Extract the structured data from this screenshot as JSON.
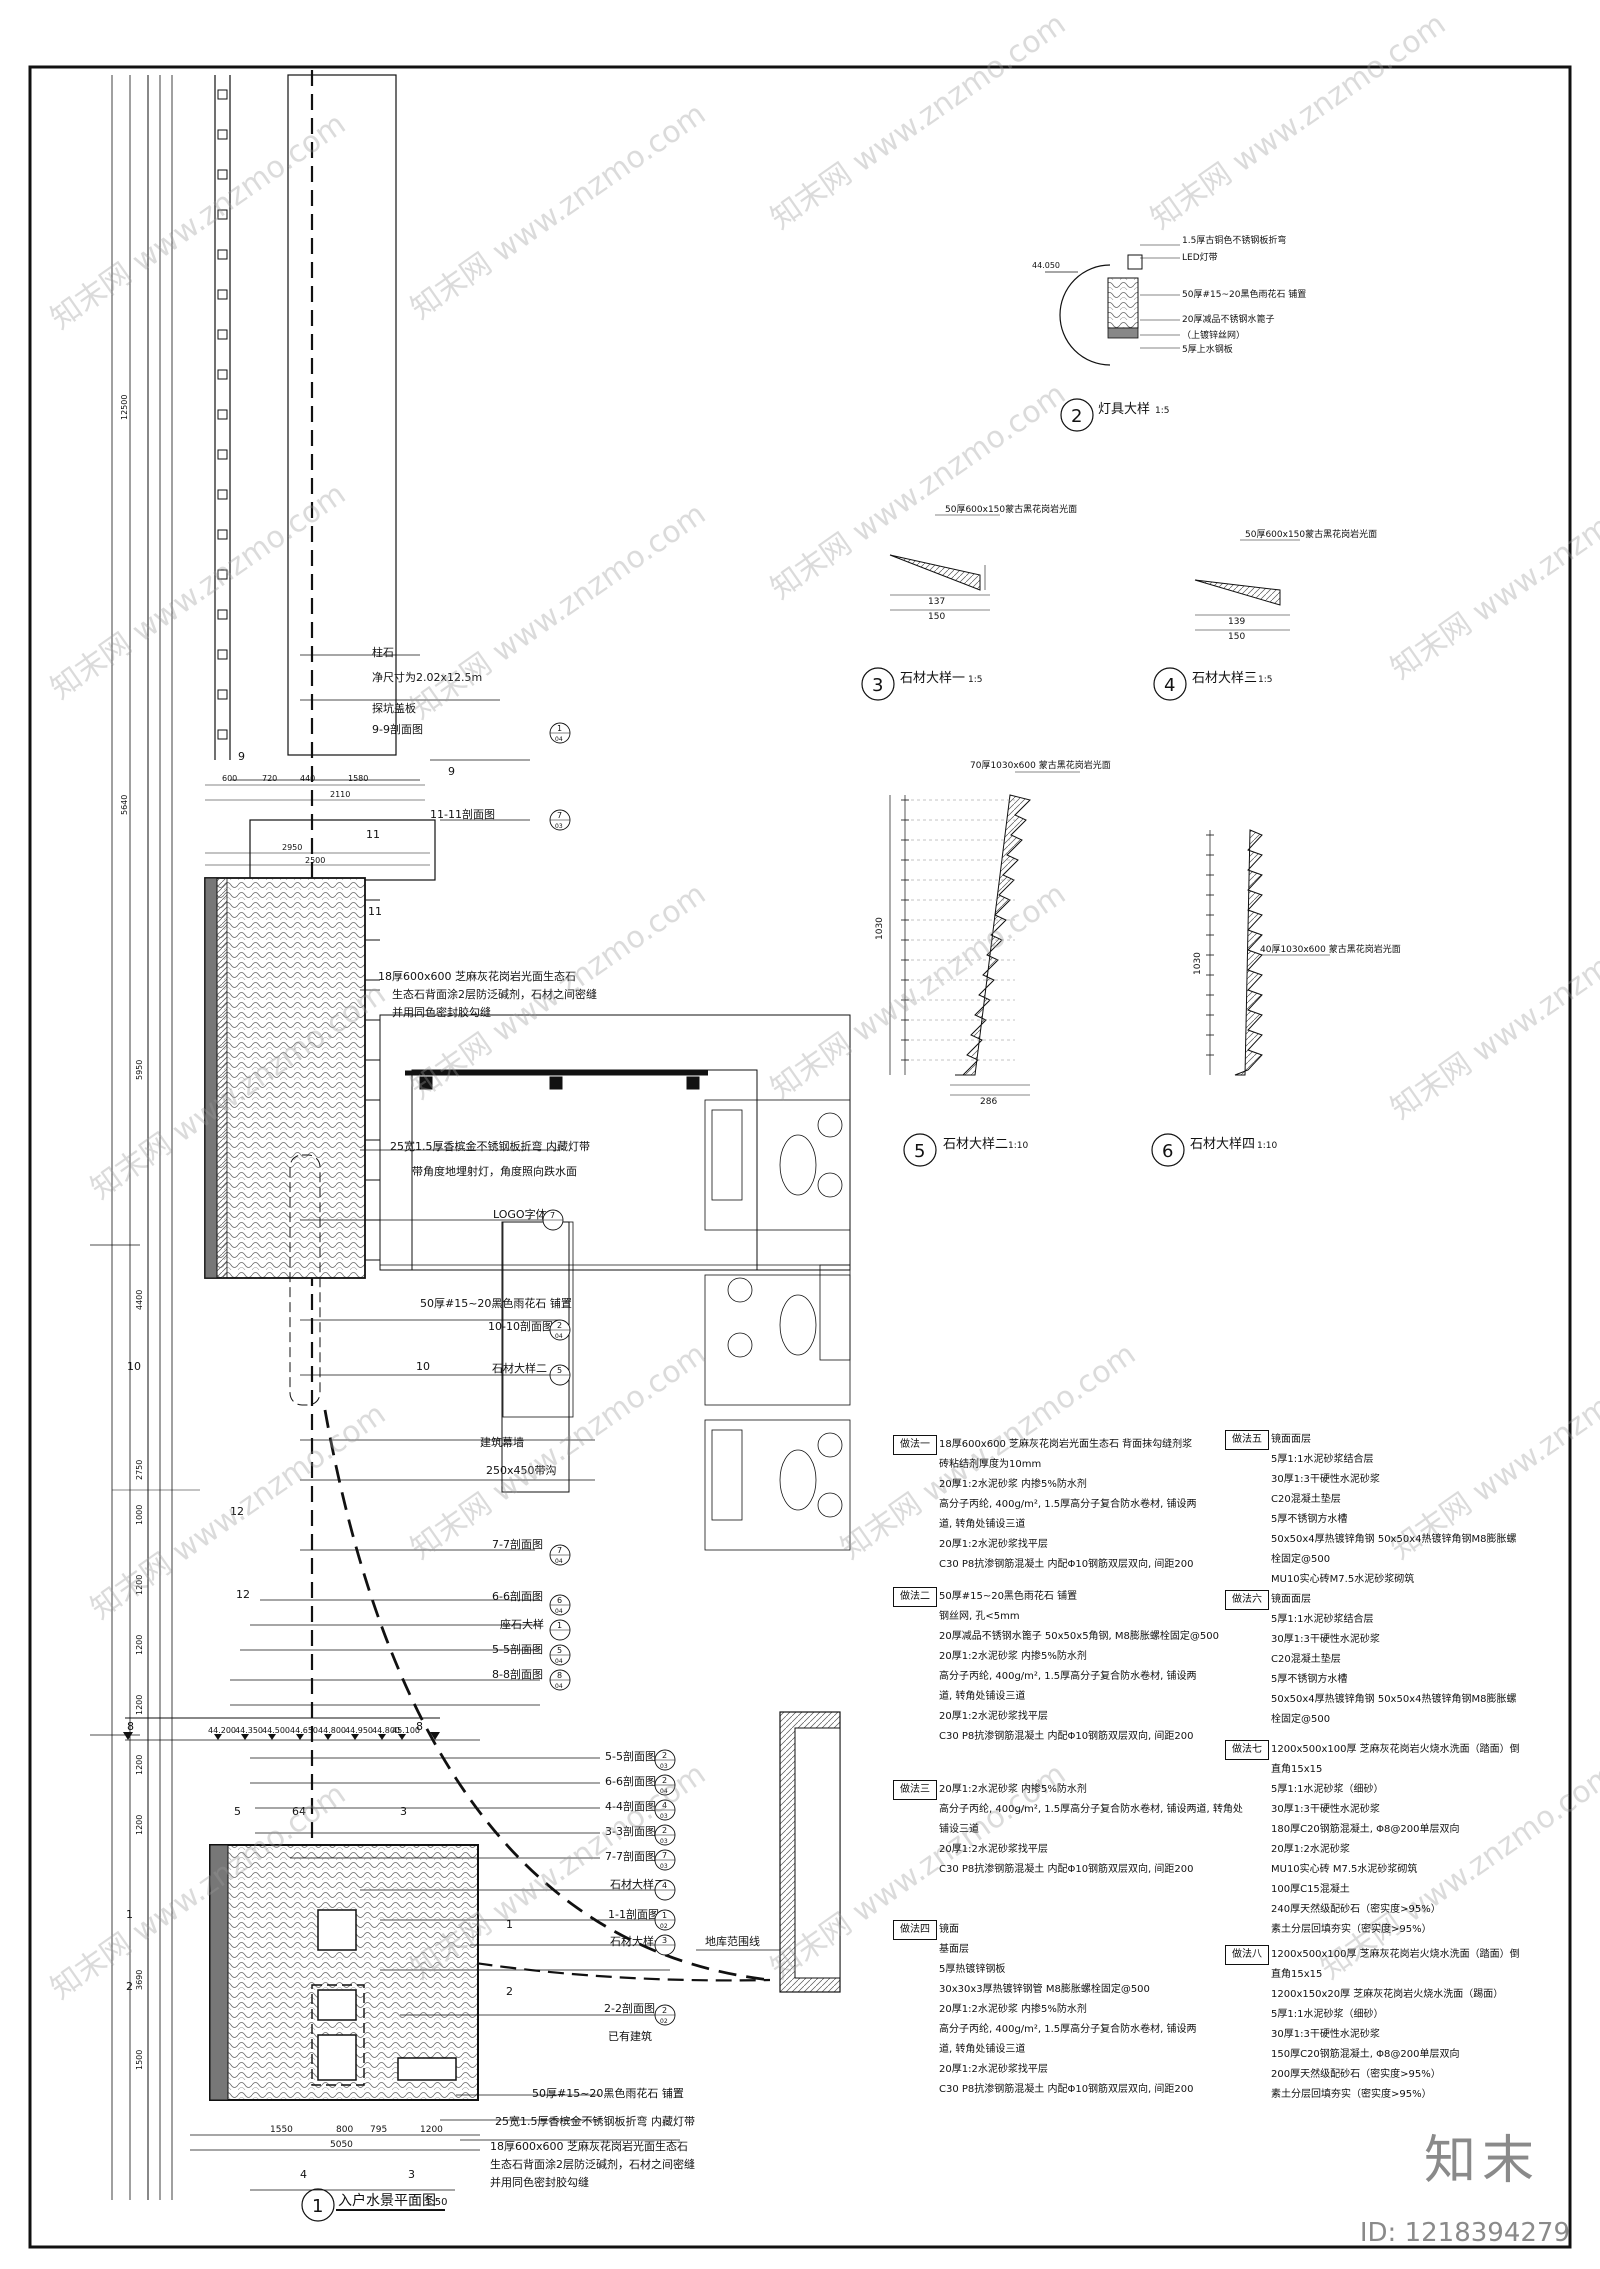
{
  "details": {
    "d1": {
      "num": "1",
      "title": "入户水景平面图",
      "scale": "1:50"
    },
    "d2": {
      "num": "2",
      "title": "灯具大样",
      "scale": "1:5",
      "labels": [
        "1.5厚古铜色不锈钢板折弯",
        "LED灯带",
        "50厚#15~20黑色雨花石 铺置",
        "20厚减品不锈钢水篦子",
        "（上镀锌丝网）",
        "5厚上水钢板"
      ],
      "elev": "44.050"
    },
    "d3": {
      "num": "3",
      "title": "石材大样一",
      "scale": "1:5",
      "label": "50厚600x150蒙古黑花岗岩光面",
      "dims": [
        "137",
        "150"
      ]
    },
    "d4": {
      "num": "4",
      "title": "石材大样三",
      "scale": "1:5",
      "label": "50厚600x150蒙古黑花岗岩光面",
      "dims": [
        "139",
        "150"
      ]
    },
    "d5": {
      "num": "5",
      "title": "石材大样二",
      "scale": "1:10",
      "label": "70厚1030x600 蒙古黑花岗岩光面",
      "dims": [
        "1030",
        "286"
      ]
    },
    "d6": {
      "num": "6",
      "title": "石材大样四",
      "scale": "1:10",
      "label": "40厚1030x600 蒙古黑花岗岩光面",
      "dims": [
        "1030"
      ]
    }
  },
  "plan_labels": {
    "zhushi": "柱石",
    "size": "净尺寸为2.02x12.5m",
    "cover": "探坑盖板",
    "sec99": "9-9剖面图",
    "sec1111": "11-11剖面图",
    "stone_note": [
      "18厚600x600 芝麻灰花岗岩光面生态石",
      "生态石背面涂2层防泛碱剂，石材之间密缝",
      "并用同色密封胶勾缝"
    ],
    "strip_note": [
      "25宽1.5厚香槟金不锈钢板折弯 内藏灯带",
      "带角度地埋射灯，角度照向跌水面"
    ],
    "logo": "LOGO字体",
    "pebble": "50厚#15~20黑色雨花石 铺置",
    "sec1010": "10-10剖面图",
    "stone2": "石材大样二",
    "bldg_wall": "建筑幕墙",
    "grate": "250x450带沟",
    "sec77": "7-7剖面图",
    "sec66": "6-6剖面图",
    "bench": "座石大样",
    "sec55": "5-5剖面图",
    "sec88": "8-8剖面图",
    "sec55b": "5-5剖面图",
    "sec66b": "6-6剖面图",
    "sec44": "4-4剖面图",
    "sec33": "3-3剖面图",
    "sec77b": "7-7剖面图",
    "stone3": "石材大样三",
    "sec11": "1-1剖面图",
    "stone1": "石材大样一",
    "sec22": "2-2剖面图",
    "existing": "已有建筑",
    "pebble2": "50厚#15~20黑色雨花石 铺置",
    "strip2": "25宽1.5厚香槟金不锈钢板折弯 内藏灯带",
    "stone_note2": [
      "18厚600x600 芝麻灰花岗岩光面生态石",
      "生态石背面涂2层防泛碱剂，石材之间密缝",
      "并用同色密封胶勾缝"
    ],
    "underground": "地库范围线",
    "elevs": [
      "44.200",
      "44.350",
      "44.500",
      "44.650",
      "44.800",
      "44.950",
      "44.800",
      "45.100"
    ],
    "dims_top": [
      "600",
      "720",
      "440",
      "1580",
      "2110",
      "2950",
      "2500"
    ],
    "dims_bottom": [
      "1550",
      "800",
      "795",
      "1200",
      "5050"
    ],
    "dims_left": [
      "12500",
      "5640",
      "5950",
      "4400",
      "2750",
      "1000",
      "1200",
      "1200",
      "1200",
      "1200",
      "1200",
      "3690",
      "1500"
    ]
  },
  "methods": [
    {
      "tag": "做法一",
      "lines": [
        "18厚600x600 芝麻灰花岗岩光面生态石 背面抹勾缝剂浆",
        "砖粘结剂厚度为10mm",
        "20厚1:2水泥砂浆 内掺5%防水剂",
        "高分子丙纶, 400g/m², 1.5厚高分子复合防水卷材, 铺设两",
        "道, 转角处铺设三道",
        "20厚1:2水泥砂浆找平层",
        "C30 P8抗渗钢筋混凝土 内配Φ10钢筋双层双向, 间距200"
      ]
    },
    {
      "tag": "做法二",
      "lines": [
        "50厚#15~20黑色雨花石 铺置",
        "钢丝网, 孔<5mm",
        "20厚减品不锈钢水篦子 50x50x5角钢, M8膨胀螺栓固定@500",
        "20厚1:2水泥砂浆 内掺5%防水剂",
        "高分子丙纶, 400g/m², 1.5厚高分子复合防水卷材, 铺设两",
        "道, 转角处铺设三道",
        "20厚1:2水泥砂浆找平层",
        "C30 P8抗渗钢筋混凝土 内配Φ10钢筋双层双向, 间距200"
      ]
    },
    {
      "tag": "做法三",
      "lines": [
        "20厚1:2水泥砂浆 内掺5%防水剂",
        "高分子丙纶, 400g/m², 1.5厚高分子复合防水卷材, 铺设两道, 转角处",
        "铺设三道",
        "20厚1:2水泥砂浆找平层",
        "C30 P8抗渗钢筋混凝土 内配Φ10钢筋双层双向, 间距200"
      ]
    },
    {
      "tag": "做法四",
      "lines": [
        "镜面",
        "基面层",
        "5厚热镀锌钢板",
        "30x30x3厚热镀锌钢管 M8膨胀螺栓固定@500",
        "20厚1:2水泥砂浆 内掺5%防水剂",
        "高分子丙纶, 400g/m², 1.5厚高分子复合防水卷材, 铺设两",
        "道, 转角处铺设三道",
        "20厚1:2水泥砂浆找平层",
        "C30 P8抗渗钢筋混凝土 内配Φ10钢筋双层双向, 间距200"
      ]
    },
    {
      "tag": "做法五",
      "lines": [
        "镜面面层",
        "5厚1:1水泥砂浆结合层",
        "30厚1:3干硬性水泥砂浆",
        "C20混凝土垫层",
        "5厚不锈钢方水槽",
        "50x50x4厚热镀锌角钢 50x50x4热镀锌角钢M8膨胀螺",
        "栓固定@500",
        "MU10实心砖M7.5水泥砂浆砌筑"
      ]
    },
    {
      "tag": "做法六",
      "lines": [
        "镜面面层",
        "5厚1:1水泥砂浆结合层",
        "30厚1:3干硬性水泥砂浆",
        "C20混凝土垫层",
        "5厚不锈钢方水槽",
        "50x50x4厚热镀锌角钢 50x50x4热镀锌角钢M8膨胀螺",
        "栓固定@500"
      ]
    },
    {
      "tag": "做法七",
      "lines": [
        "1200x500x100厚 芝麻灰花岗岩火烧水洗面（踏面）倒",
        "直角15x15",
        "5厚1:1水泥砂浆（细砂）",
        "30厚1:3干硬性水泥砂浆",
        "180厚C20钢筋混凝土, Φ8@200单层双向",
        "20厚1:2水泥砂浆",
        "MU10实心砖 M7.5水泥砂浆砌筑",
        "100厚C15混凝土",
        "240厚天然级配砂石（密实度>95%）",
        "素土分层回填夯实（密实度>95%）"
      ]
    },
    {
      "tag": "做法八",
      "lines": [
        "1200x500x100厚 芝麻灰花岗岩火烧水洗面（踏面）倒",
        "直角15x15",
        "1200x150x20厚 芝麻灰花岗岩火烧水洗面（踢面）",
        "5厚1:1水泥砂浆（细砂）",
        "30厚1:3干硬性水泥砂浆",
        "150厚C20钢筋混凝土, Φ8@200单层双向",
        "200厚天然级配砂石（密实度>95%）",
        "素土分层回填夯实（密实度>95%）"
      ]
    }
  ],
  "watermark": "知末网 www.znzmo.com",
  "brand": "知末",
  "image_id": "ID: 1218394279"
}
